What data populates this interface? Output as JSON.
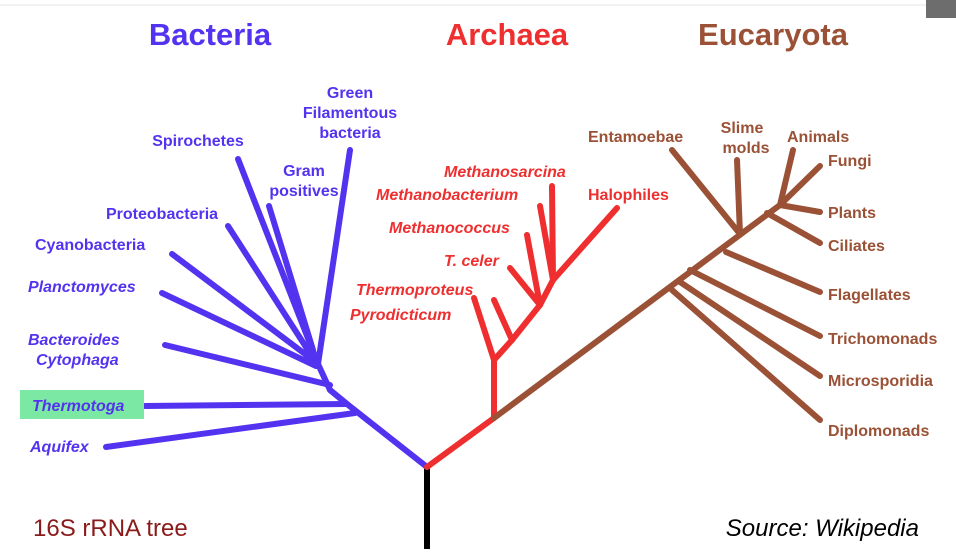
{
  "colors": {
    "bacteria": "#5433f0",
    "archaea": "#ef2f2f",
    "eucaryota": "#9a5136",
    "root": "#000000",
    "highlight": "#7be8a3",
    "footer_left": "#8b1a1a",
    "footer_right": "#000000"
  },
  "titles": {
    "bacteria": "Bacteria",
    "archaea": "Archaea",
    "eucaryota": "Eucaryota"
  },
  "bacteria": {
    "green_filamentous": [
      "Green",
      "Filamentous",
      "bacteria"
    ],
    "spirochetes": "Spirochetes",
    "gram_positives": [
      "Gram",
      "positives"
    ],
    "proteobacteria": "Proteobacteria",
    "cyanobacteria": "Cyanobacteria",
    "planctomyces": "Planctomyces",
    "bacteroides": [
      "Bacteroides",
      "Cytophaga"
    ],
    "thermotoga": "Thermotoga",
    "aquifex": "Aquifex"
  },
  "archaea": {
    "methanosarcina": "Methanosarcina",
    "methanobacterium": "Methanobacterium",
    "halophiles": "Halophiles",
    "methanococcus": "Methanococcus",
    "t_celer": "T. celer",
    "thermoproteus": "Thermoproteus",
    "pyrodicticum": "Pyrodicticum"
  },
  "eucaryota": {
    "entamoebae": "Entamoebae",
    "slime_molds": [
      "Slime",
      "molds"
    ],
    "animals": "Animals",
    "fungi": "Fungi",
    "plants": "Plants",
    "ciliates": "Ciliates",
    "flagellates": "Flagellates",
    "trichomonads": "Trichomonads",
    "microsporidia": "Microsporidia",
    "diplomonads": "Diplomonads"
  },
  "footer": {
    "left": "16S rRNA tree",
    "right": "Source: Wikipedia"
  }
}
